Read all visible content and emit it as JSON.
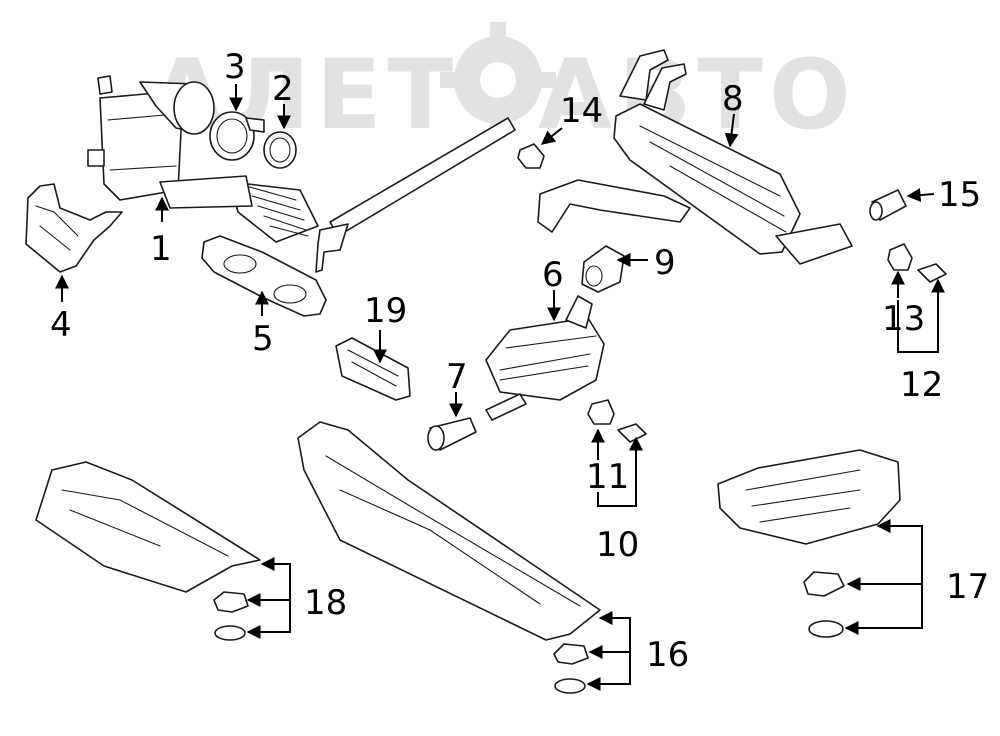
{
  "watermark": {
    "text": "АЛЕТ  АВТО",
    "color": "#e2e2e2"
  },
  "callouts": {
    "c1": "1",
    "c2": "2",
    "c3": "3",
    "c4": "4",
    "c5": "5",
    "c6": "6",
    "c7": "7",
    "c8": "8",
    "c9": "9",
    "c10": "10",
    "c11": "11",
    "c12": "12",
    "c13": "13",
    "c14": "14",
    "c15": "15",
    "c16": "16",
    "c17": "17",
    "c18": "18",
    "c19": "19"
  },
  "colors": {
    "line": "#1a1a1a",
    "background": "#ffffff"
  }
}
